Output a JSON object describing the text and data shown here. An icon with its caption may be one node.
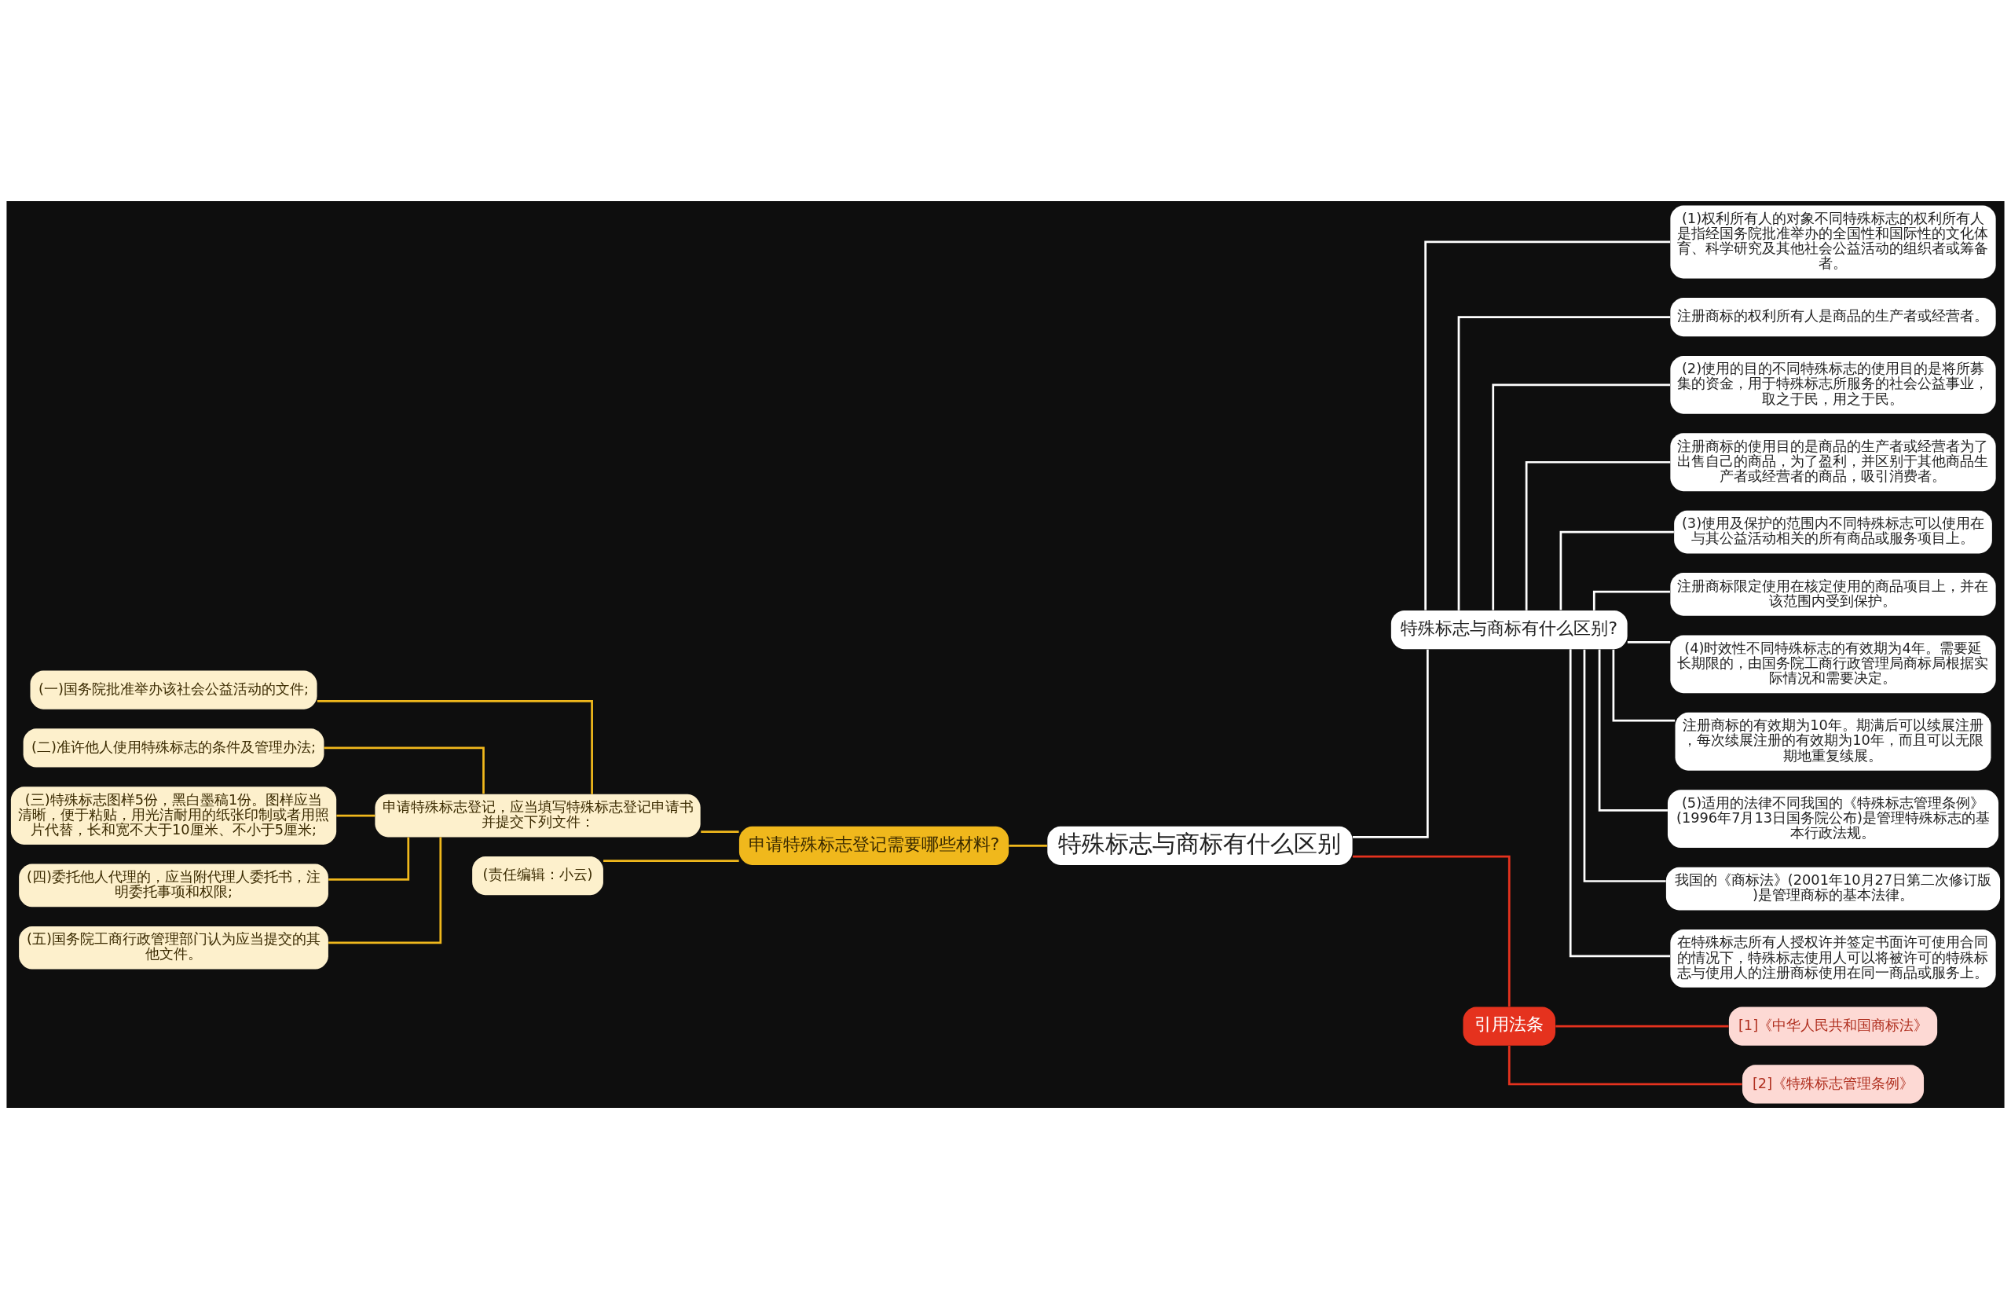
{
  "diagram": {
    "nodes": [
      {
        "text": [
          "特殊标志与商标有什么区别"
        ]
      },
      {
        "text": [
          "特殊标志与商标有什么区别?"
        ]
      },
      {
        "text": [
          "(1)权利所有人的对象不同特殊标志的权利所有人是指经国务院批准举办的全国性和国际性的文化体育、科学研究及其他社会公益活动的组织者或筹备者。"
        ]
      },
      {
        "text": [
          "注册商标的权利所有人是商品的生产者或经营者。"
        ]
      },
      {
        "text": [
          "(2)使用的目的不同特殊标志的使用目的是将所募集的资金，用于特殊标志所服务的社会公益事业，取之于民，用之于民。"
        ]
      },
      {
        "text": [
          "注册商标的使用目的是商品的生产者或经营者为了出售自己的商品，为了盈利，并区别于其他商品生产者或经营者的商品，吸引消费者。"
        ]
      },
      {
        "text": [
          "(3)使用及保护的范围内不同特殊标志可以使用在与其公益活动相关的所有商品或服务项目上。"
        ]
      },
      {
        "text": [
          "注册商标限定使用在核定使用的商品项目上，并在该范围内受到保护。"
        ]
      },
      {
        "text": [
          "(4)时效性不同特殊标志的有效期为4年。需要延长期限的，由国务院工商行政管理局商标局根据实际情况和需要决定。"
        ]
      },
      {
        "text": [
          "注册商标的有效期为10年。期满后可以续展注册，每次续展注册的有效期为10年，而且可以无限期地重复续展。"
        ]
      },
      {
        "text": [
          "(5)适用的法律不同我国的《特殊标志管理条例》(1996年7月13日国务院公布)是管理特殊标志的基本行政法规。"
        ]
      },
      {
        "text": [
          "我国的《商标法》(2001年10月27日第二次修订版)是管理商标的基本法律。"
        ]
      },
      {
        "text": [
          "在特殊标志所有人授权许并签定书面许可使用合同的情况下，特殊标志使用人可以将被许可的特殊标志与使用人的注册商标使用在同一商品或服务上。"
        ]
      },
      {
        "text": [
          "引用法条"
        ]
      },
      {
        "text": [
          "[1]《中华人民共和国商标法》"
        ]
      },
      {
        "text": [
          "[2]《特殊标志管理条例》"
        ]
      },
      {
        "text": [
          "申请特殊标志登记需要哪些材料?"
        ]
      },
      {
        "text": [
          "申请特殊标志登记，应当填写特殊标志登记申请书并提交下列文件："
        ]
      },
      {
        "text": [
          "(一)国务院批准举办该社会公益活动的文件;"
        ]
      },
      {
        "text": [
          "(二)准许他人使用特殊标志的条件及管理办法;"
        ]
      },
      {
        "text": [
          "(三)特殊标志图样5份，黑白墨稿1份。图样应当清晰，便于粘贴，用光洁耐用的纸张印制或者用照片代替，长和宽不大于10厘米、不小于5厘米;"
        ]
      },
      {
        "text": [
          "(四)委托他人代理的，应当附代理人委托书，注明委托事项和权限;"
        ]
      },
      {
        "text": [
          "(五)国务院工商行政管理部门认为应当提交的其他文件。"
        ]
      },
      {
        "text": [
          "(责任编辑：小云)"
        ]
      }
    ],
    "edges": [
      {
        "from": 0,
        "to": 1,
        "arrow": "none"
      },
      {
        "from": 1,
        "to": 2,
        "arrow": "none"
      },
      {
        "from": 1,
        "to": 3,
        "arrow": "none"
      },
      {
        "from": 1,
        "to": 4,
        "arrow": "none"
      },
      {
        "from": 1,
        "to": 5,
        "arrow": "none"
      },
      {
        "from": 1,
        "to": 6,
        "arrow": "none"
      },
      {
        "from": 1,
        "to": 7,
        "arrow": "none"
      },
      {
        "from": 1,
        "to": 8,
        "arrow": "none"
      },
      {
        "from": 1,
        "to": 9,
        "arrow": "none"
      },
      {
        "from": 1,
        "to": 10,
        "arrow": "none"
      },
      {
        "from": 1,
        "to": 11,
        "arrow": "none"
      },
      {
        "from": 1,
        "to": 12,
        "arrow": "none"
      },
      {
        "from": 0,
        "to": 13,
        "arrow": "none",
        "color": "#e5321e"
      },
      {
        "from": 13,
        "to": 14,
        "arrow": "none",
        "color": "#e5321e"
      },
      {
        "from": 13,
        "to": 15,
        "arrow": "none",
        "color": "#e5321e"
      },
      {
        "from": 0,
        "to": 16,
        "arrow": "none",
        "color": "#f0b81c"
      },
      {
        "from": 16,
        "to": 17,
        "arrow": "none",
        "color": "#f0b81c"
      },
      {
        "from": 17,
        "to": 18,
        "arrow": "none",
        "color": "#f0b81c"
      },
      {
        "from": 17,
        "to": 19,
        "arrow": "none",
        "color": "#f0b81c"
      },
      {
        "from": 17,
        "to": 20,
        "arrow": "none",
        "color": "#f0b81c"
      },
      {
        "from": 17,
        "to": 21,
        "arrow": "none",
        "color": "#f0b81c"
      },
      {
        "from": 17,
        "to": 22,
        "arrow": "none",
        "color": "#f0b81c"
      },
      {
        "from": 16,
        "to": 23,
        "arrow": "none",
        "color": "#f0b81c"
      }
    ]
  }
}
